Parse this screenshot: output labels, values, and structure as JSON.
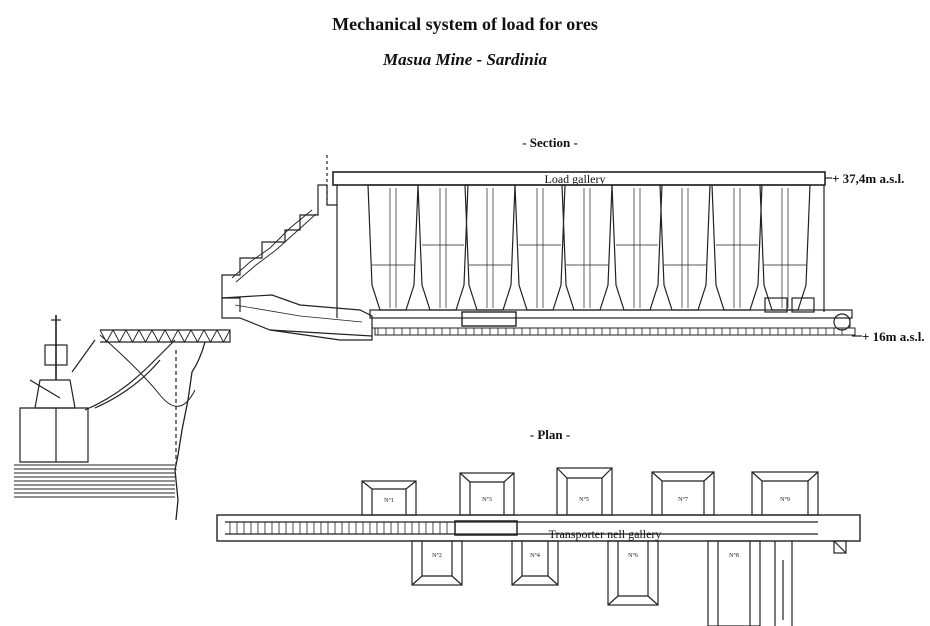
{
  "title": "Mechanical system of load for ores",
  "subtitle": "Masua Mine - Sardinia",
  "section": {
    "label": "- Section -",
    "gallery_label": "Load gallery",
    "elevation_top": "+ 37,4m a.s.l.",
    "elevation_bottom": "+ 16m a.s.l."
  },
  "plan": {
    "label": "- Plan -",
    "gallery_label": "Transporter nell gallery",
    "silos_top": [
      "N°1",
      "N°3",
      "N°5",
      "N°7",
      "N°9"
    ],
    "silos_bottom": [
      "N°2",
      "N°4",
      "N°6",
      "N°8"
    ]
  }
}
